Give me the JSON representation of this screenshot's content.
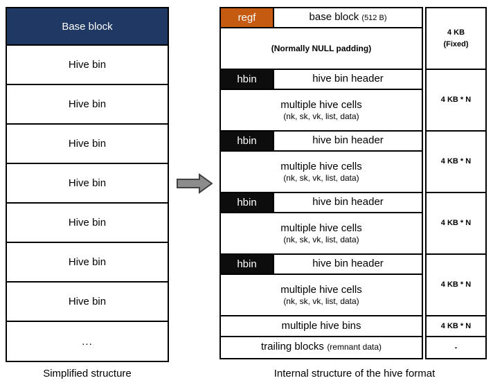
{
  "colors": {
    "base_block_bg": "#1f3864",
    "regf_tag_bg": "#c55a11",
    "hbin_tag_bg": "#0d0d0d",
    "arrow_fill": "#8c8c8c",
    "border": "#000000",
    "background": "#ffffff"
  },
  "left_panel": {
    "base_block_label": "Base block",
    "hive_bin_labels": [
      "Hive bin",
      "Hive bin",
      "Hive bin",
      "Hive bin",
      "Hive bin",
      "Hive bin",
      "Hive bin"
    ],
    "ellipsis": "...",
    "caption": "Simplified structure"
  },
  "right_panel": {
    "base_row": {
      "tag": "regf",
      "title": "base block",
      "note": "(512 B)"
    },
    "padding_row": "(Normally NULL padding)",
    "groups": [
      {
        "tag": "hbin",
        "header": "hive bin header",
        "cells_title": "multiple hive cells",
        "cells_note": "(nk, sk, vk, list, data)"
      },
      {
        "tag": "hbin",
        "header": "hive bin header",
        "cells_title": "multiple hive cells",
        "cells_note": "(nk, sk, vk, list, data)"
      },
      {
        "tag": "hbin",
        "header": "hive bin header",
        "cells_title": "multiple hive cells",
        "cells_note": "(nk, sk, vk, list, data)"
      },
      {
        "tag": "hbin",
        "header": "hive bin header",
        "cells_title": "multiple hive cells",
        "cells_note": "(nk, sk, vk, list, data)"
      }
    ],
    "bins_row": "multiple hive bins",
    "trailing_row": {
      "title": "trailing blocks",
      "note": "(remnant data)"
    },
    "caption": "Internal structure of the hive format"
  },
  "size_column": {
    "cells": [
      {
        "line1": "4 KB",
        "line2": "(Fixed)"
      },
      {
        "line1": "4 KB * N"
      },
      {
        "line1": "4 KB * N"
      },
      {
        "line1": "4 KB * N"
      },
      {
        "line1": "4 KB * N"
      },
      {
        "line1": "4 KB * N"
      },
      {
        "line1": "-"
      }
    ]
  }
}
